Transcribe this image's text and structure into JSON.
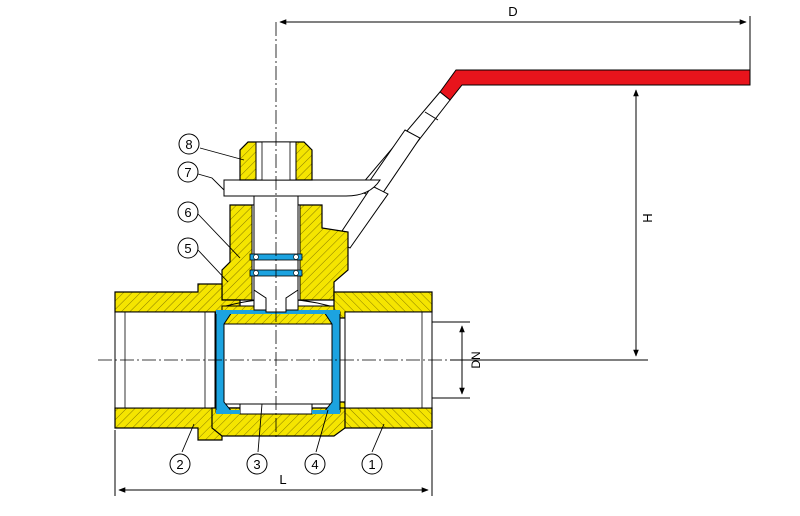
{
  "dimensions": {
    "d_label": "D",
    "h_label": "H",
    "dn_label": "DN",
    "l_label": "L"
  },
  "callouts": [
    {
      "id": "8",
      "label": "8"
    },
    {
      "id": "7",
      "label": "7"
    },
    {
      "id": "6",
      "label": "6"
    },
    {
      "id": "5",
      "label": "5"
    },
    {
      "id": "2",
      "label": "2"
    },
    {
      "id": "3",
      "label": "3"
    },
    {
      "id": "4",
      "label": "4"
    },
    {
      "id": "1",
      "label": "1"
    }
  ],
  "colors": {
    "body": "#f5e500",
    "seal": "#1ca3e0",
    "handle": "#e8141c",
    "line": "#000000"
  }
}
